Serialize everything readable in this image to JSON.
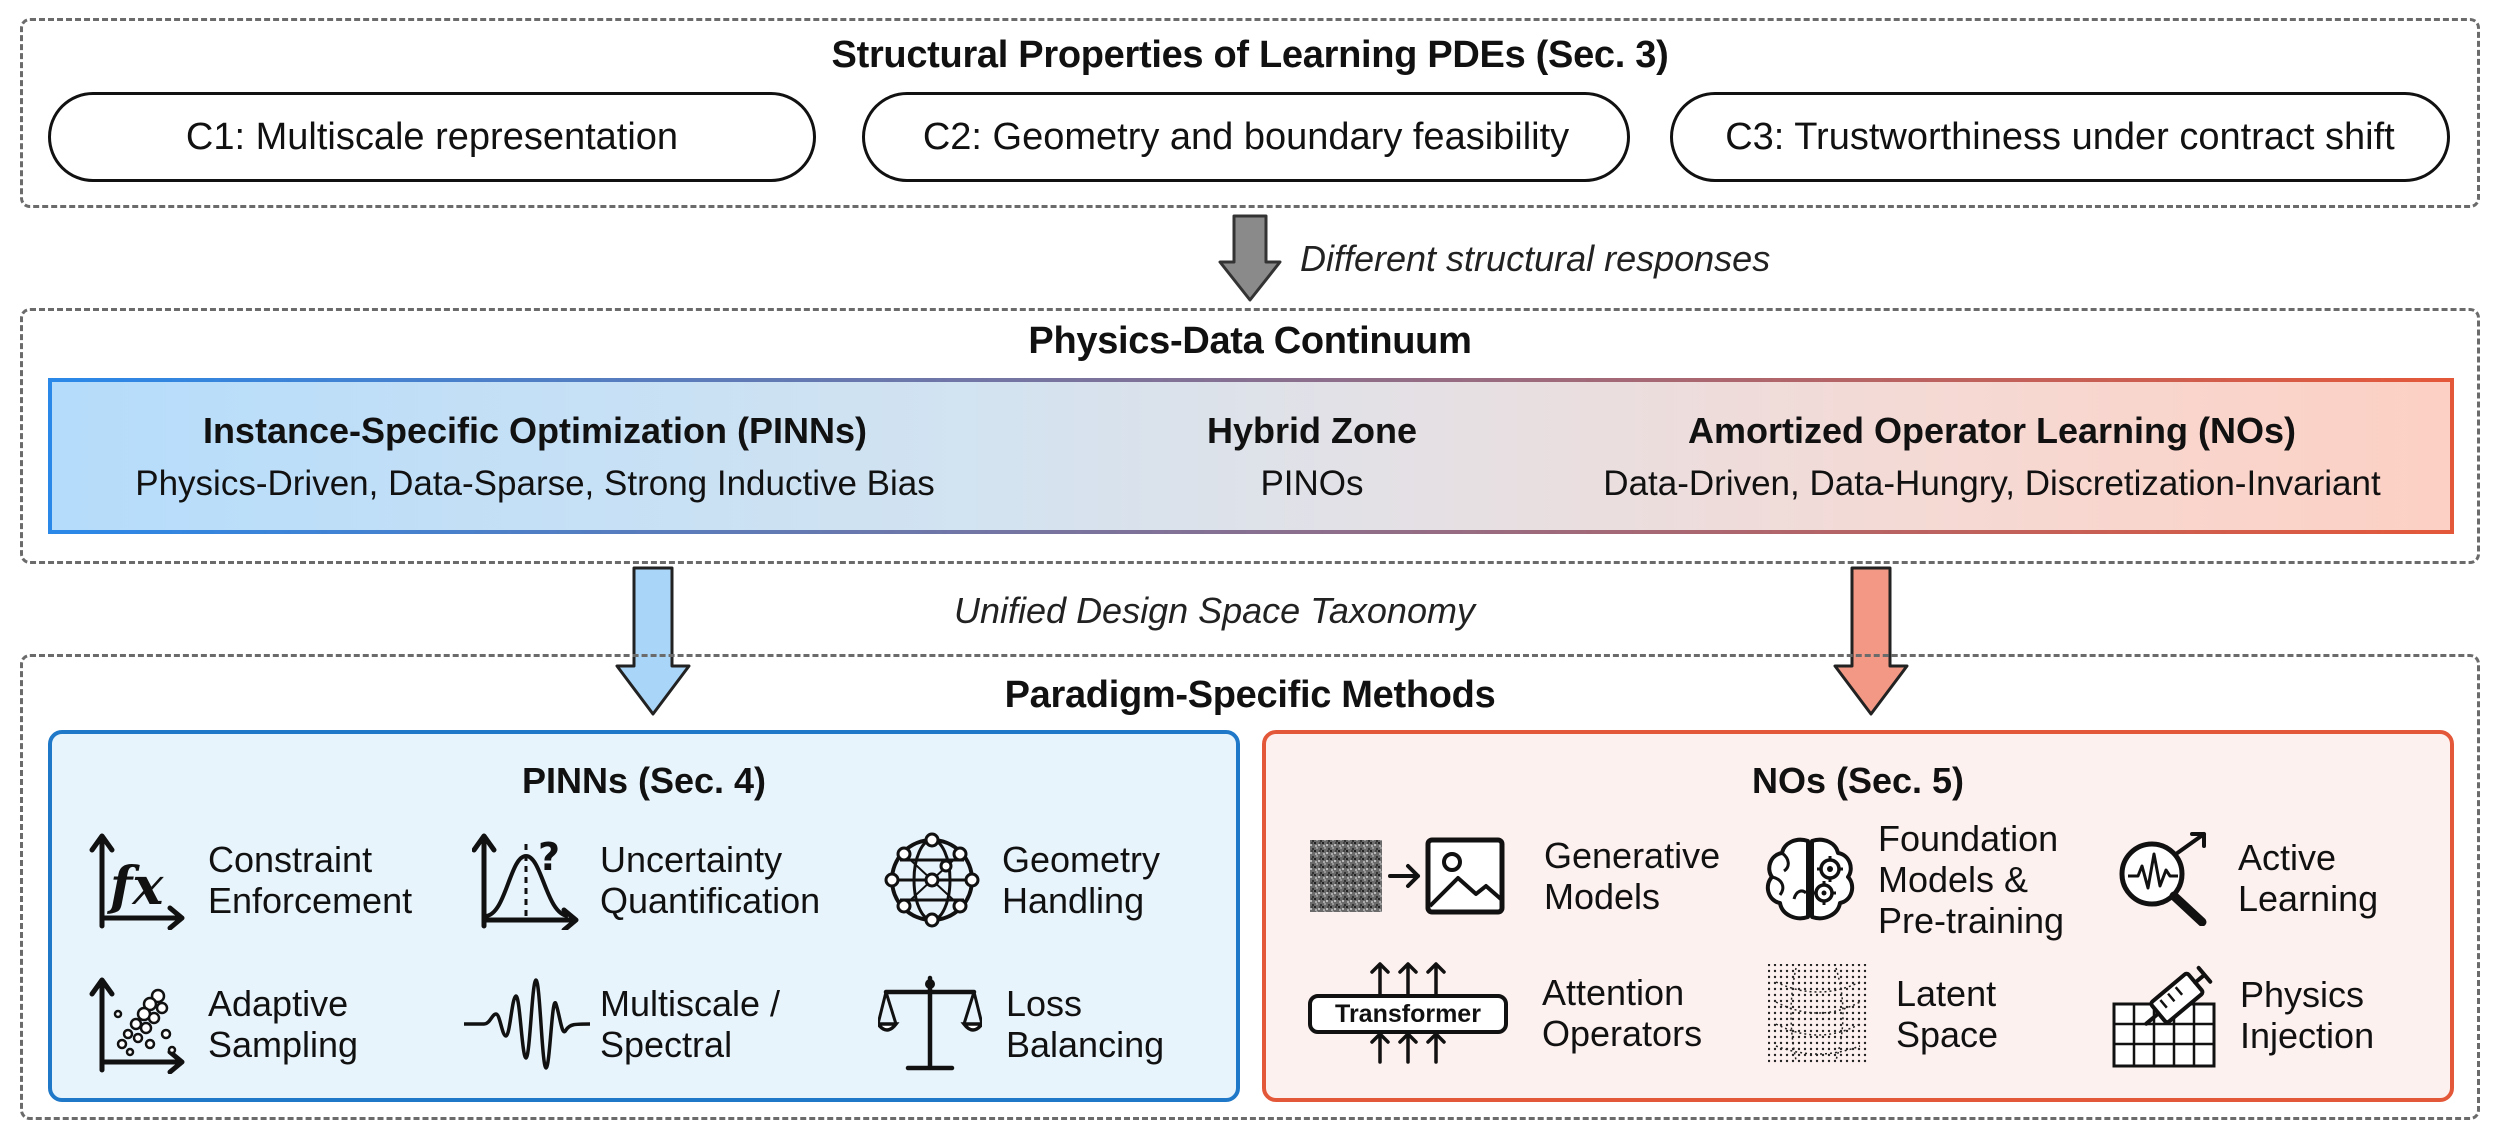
{
  "structural": {
    "title": "Structural Properties of Learning PDEs (Sec. 3)",
    "challenges": [
      "C1: Multiscale representation",
      "C2: Geometry and boundary feasibility",
      "C3: Trustworthiness under contract shift"
    ]
  },
  "transition1": "Different structural responses",
  "continuum": {
    "title": "Physics-Data Continuum",
    "left": {
      "heading": "Instance-Specific Optimization (PINNs)",
      "sub": "Physics-Driven, Data-Sparse, Strong Inductive Bias"
    },
    "middle": {
      "heading": "Hybrid Zone",
      "sub": "PINOs"
    },
    "right": {
      "heading": "Amortized Operator Learning (NOs)",
      "sub": "Data-Driven, Data-Hungry, Discretization-Invariant"
    }
  },
  "transition2": "Unified Design Space Taxonomy",
  "methods": {
    "title": "Paradigm-Specific Methods",
    "pinns": {
      "title": "PINNs (Sec. 4)",
      "items": [
        {
          "line1": "Constraint",
          "line2": "Enforcement",
          "icon": "function-plot-icon"
        },
        {
          "line1": "Uncertainty",
          "line2": "Quantification",
          "icon": "uncertainty-curve-icon"
        },
        {
          "line1": "Geometry",
          "line2": "Handling",
          "icon": "mesh-globe-icon"
        },
        {
          "line1": "Adaptive",
          "line2": "Sampling",
          "icon": "scatter-sampling-icon"
        },
        {
          "line1": "Multiscale /",
          "line2": "Spectral",
          "icon": "wavelet-icon"
        },
        {
          "line1": "Loss",
          "line2": "Balancing",
          "icon": "balance-scale-icon"
        }
      ]
    },
    "nos": {
      "title": "NOs (Sec. 5)",
      "transformer_label": "Transformer",
      "items": [
        {
          "line1": "Generative",
          "line2": "Models",
          "icon": "noise-to-image-icon"
        },
        {
          "line1": "Foundation",
          "line2": "Models &",
          "line3": "Pre-training",
          "icon": "brain-gears-icon"
        },
        {
          "line1": "Active",
          "line2": "Learning",
          "icon": "magnifier-signal-icon"
        },
        {
          "line1": "Attention",
          "line2": "Operators",
          "icon": "transformer-icon"
        },
        {
          "line1": "Latent",
          "line2": "Space",
          "icon": "latent-field-icon"
        },
        {
          "line1": "Physics",
          "line2": "Injection",
          "icon": "grid-injection-icon"
        }
      ]
    }
  },
  "colors": {
    "pinn_blue": "#1f78c8",
    "pinn_panel_fill": "#e8f4fc",
    "no_red": "#e4583a",
    "no_panel_fill": "#fdf1ef",
    "arrow_gray": "#8a8a8a"
  }
}
